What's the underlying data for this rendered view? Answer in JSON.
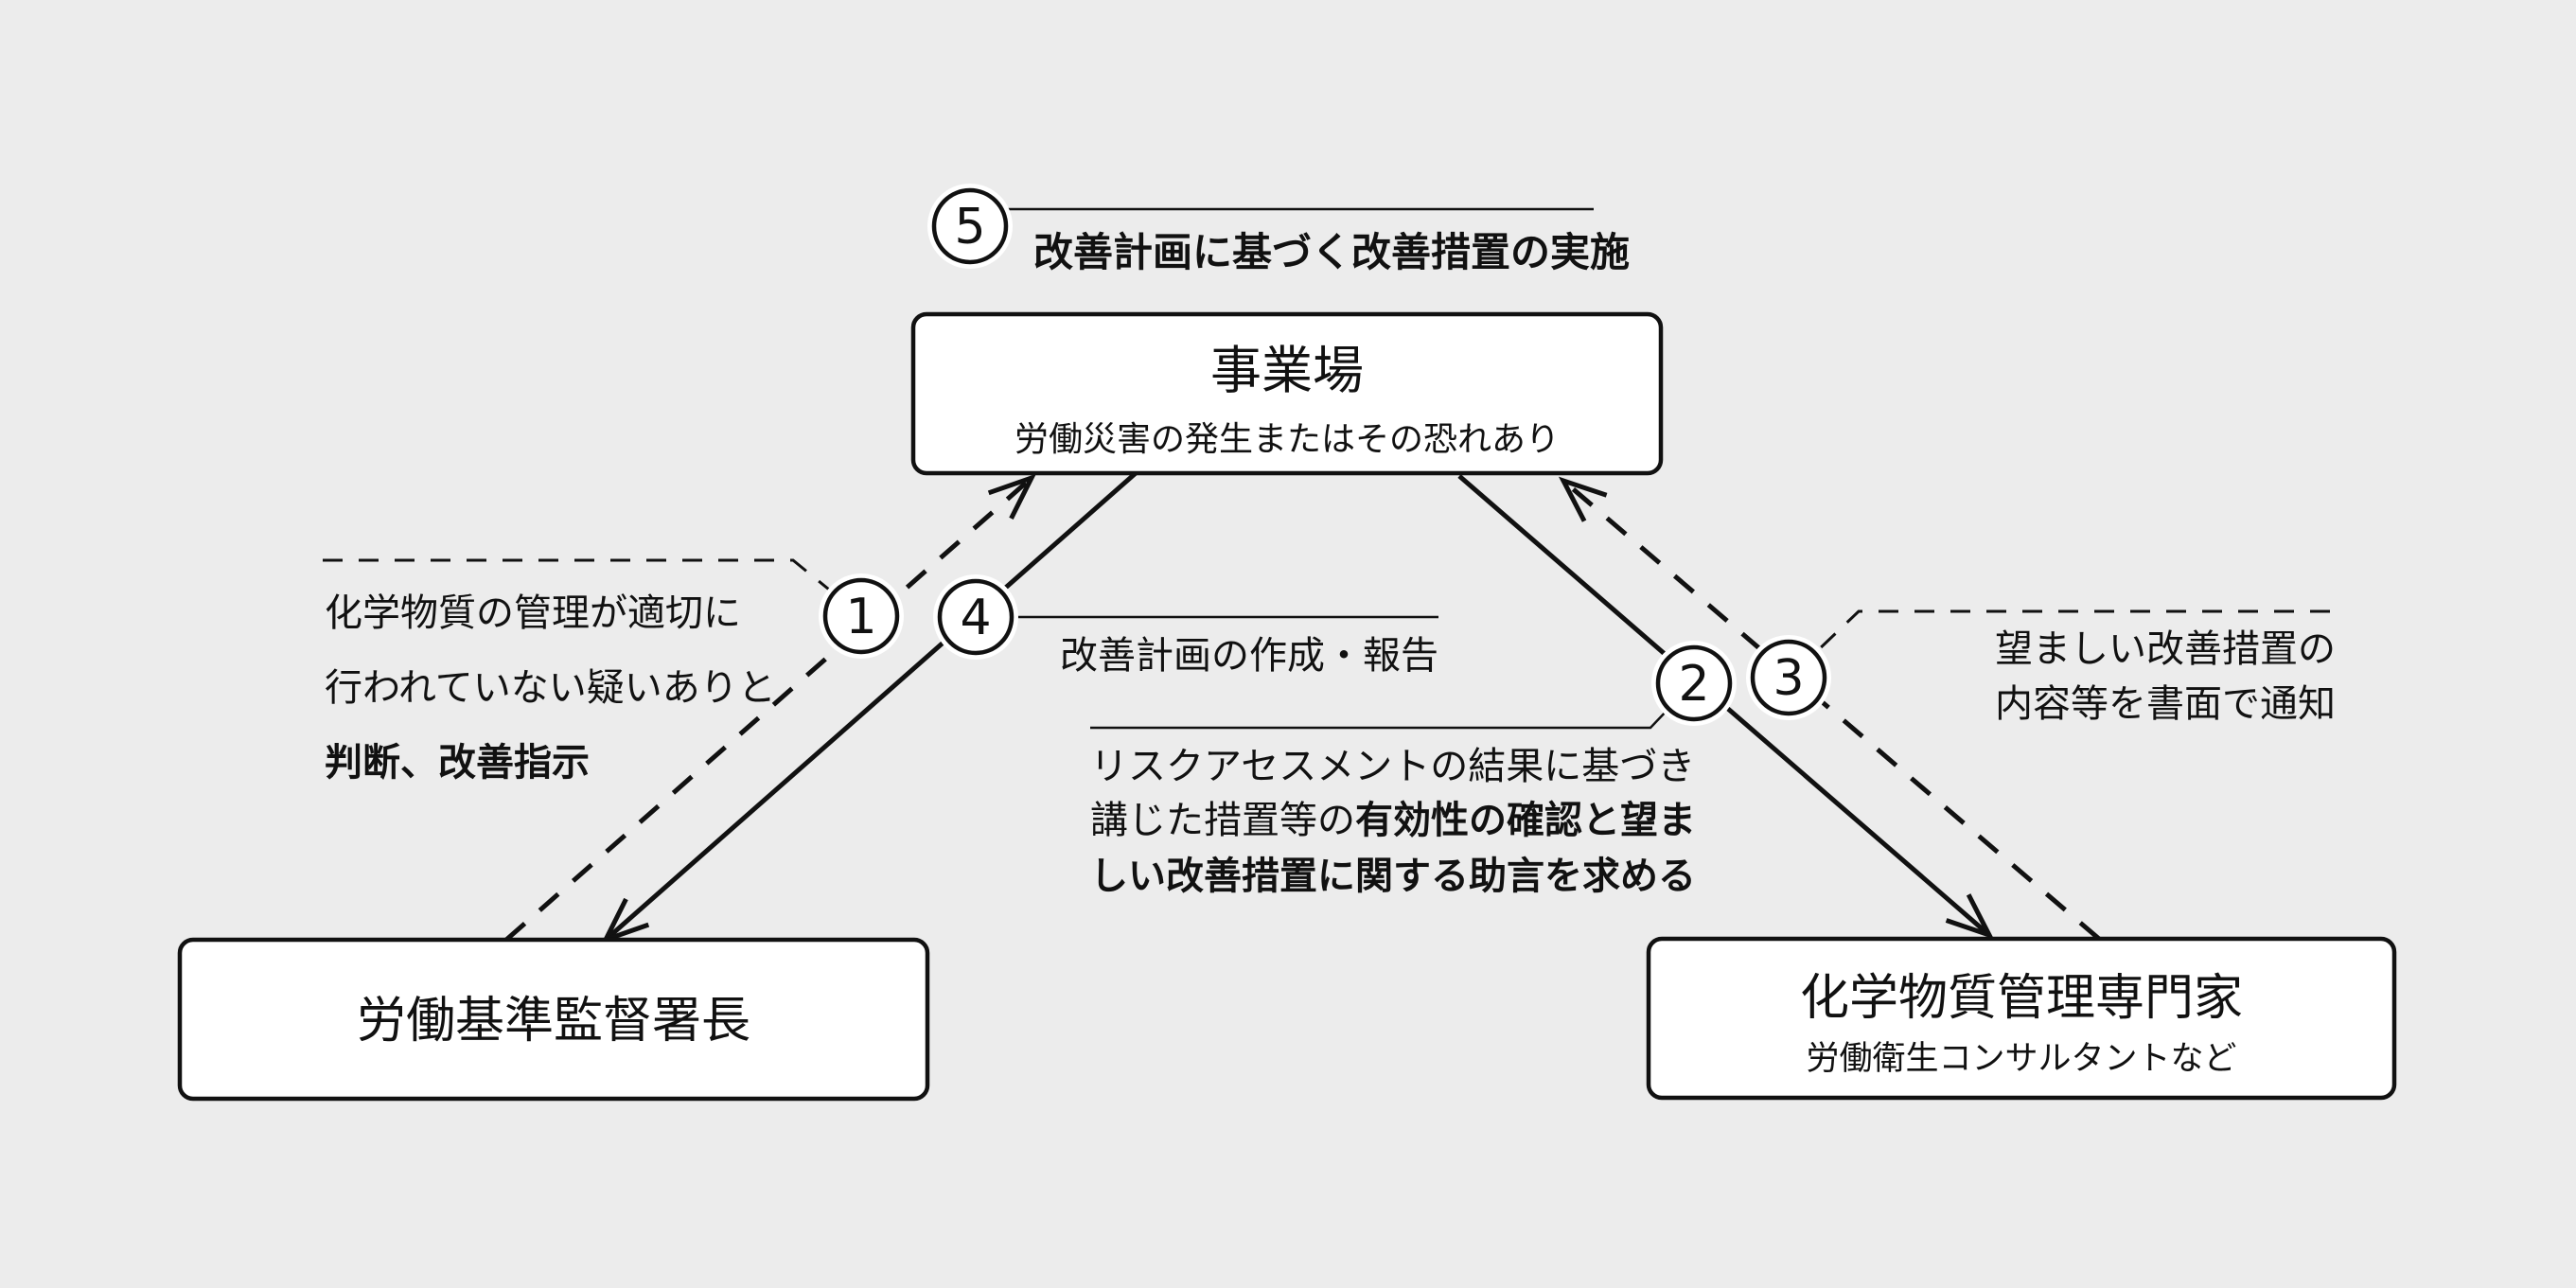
{
  "diagram": {
    "background_color": "#ececec",
    "ink_color": "#111111",
    "workplace": {
      "title": "事業場",
      "subtitle": "労働災害の発生またはその恐れあり"
    },
    "labor_office": {
      "title": "労働基準監督署長"
    },
    "expert": {
      "title": "化学物質管理専門家",
      "subtitle": "労働衛生コンサルタントなど"
    },
    "step1": {
      "num": "1",
      "line1": "化学物質の管理が適切に",
      "line2": "行われていない疑いありと",
      "line3_bold": "判断、改善指示"
    },
    "step2": {
      "num": "2",
      "line1": "リスクアセスメントの結果に基づき",
      "line2_regular": "講じた措置等の",
      "line2_bold": "有効性の確認と望ま",
      "line3_bold": "しい改善措置に関する助言を求める"
    },
    "step3": {
      "num": "3",
      "line1": "望ましい改善措置の",
      "line2": "内容等を書面で通知"
    },
    "step4": {
      "num": "4",
      "label": "改善計画の作成・報告"
    },
    "step5": {
      "num": "5",
      "label": "改善計画に基づく改善措置の実施"
    }
  }
}
